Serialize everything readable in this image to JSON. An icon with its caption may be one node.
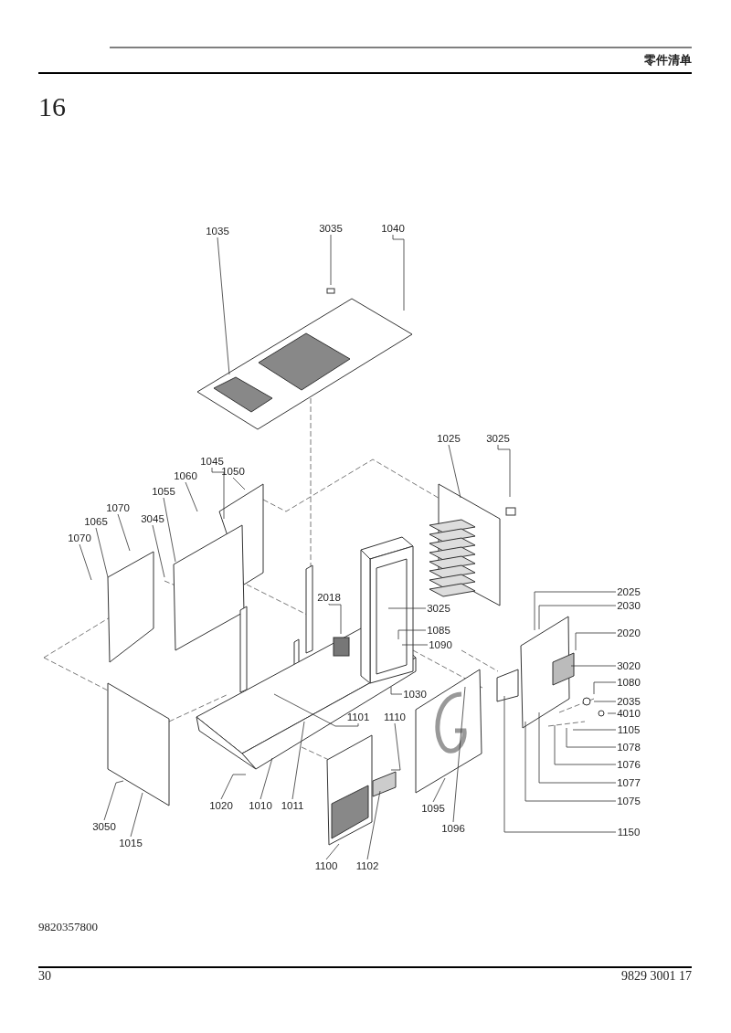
{
  "diagram": {
    "nodes": [
      {
        "text": [
          "1035"
        ]
      },
      {
        "text": [
          "3035"
        ]
      },
      {
        "text": [
          "1040"
        ]
      },
      {
        "text": [
          "1050"
        ]
      },
      {
        "text": [
          "1045"
        ]
      },
      {
        "text": [
          "1060"
        ]
      },
      {
        "text": [
          "1055"
        ]
      },
      {
        "text": [
          "1070"
        ]
      },
      {
        "text": [
          "1065"
        ]
      },
      {
        "text": [
          "3045"
        ]
      },
      {
        "text": [
          "1070"
        ]
      },
      {
        "text": [
          "2018"
        ]
      },
      {
        "text": [
          "3025"
        ]
      },
      {
        "text": [
          "1085"
        ]
      },
      {
        "text": [
          "1090"
        ]
      },
      {
        "text": [
          "1030"
        ]
      },
      {
        "text": [
          "1101"
        ]
      },
      {
        "text": [
          "1110"
        ]
      },
      {
        "text": [
          "1020"
        ]
      },
      {
        "text": [
          "1010"
        ]
      },
      {
        "text": [
          "1011"
        ]
      },
      {
        "text": [
          "3050"
        ]
      },
      {
        "text": [
          "1015"
        ]
      },
      {
        "text": [
          "1100"
        ]
      },
      {
        "text": [
          "1102"
        ]
      },
      {
        "text": [
          "1095"
        ]
      },
      {
        "text": [
          "1096"
        ]
      },
      {
        "text": [
          "1025"
        ]
      },
      {
        "text": [
          "3025"
        ]
      },
      {
        "text": [
          "2025"
        ]
      },
      {
        "text": [
          "2030"
        ]
      },
      {
        "text": [
          "2020"
        ]
      },
      {
        "text": [
          "3020"
        ]
      },
      {
        "text": [
          "1080"
        ]
      },
      {
        "text": [
          "2035"
        ]
      },
      {
        "text": [
          "4010"
        ]
      },
      {
        "text": [
          "1105"
        ]
      },
      {
        "text": [
          "1078"
        ]
      },
      {
        "text": [
          "1076"
        ]
      },
      {
        "text": [
          "1077"
        ]
      },
      {
        "text": [
          "1075"
        ]
      },
      {
        "text": [
          "1150"
        ]
      }
    ],
    "edges": [
      {
        "from": 0,
        "to": null,
        "arrow": "none"
      },
      {
        "from": 1,
        "to": null,
        "arrow": "none"
      },
      {
        "from": 2,
        "to": null,
        "arrow": "none"
      },
      {
        "from": 3,
        "to": null,
        "arrow": "none"
      },
      {
        "from": 4,
        "to": null,
        "arrow": "none"
      },
      {
        "from": 5,
        "to": null,
        "arrow": "none"
      },
      {
        "from": 6,
        "to": null,
        "arrow": "none"
      },
      {
        "from": 7,
        "to": null,
        "arrow": "none"
      },
      {
        "from": 8,
        "to": null,
        "arrow": "none"
      },
      {
        "from": 9,
        "to": null,
        "arrow": "none"
      },
      {
        "from": 10,
        "to": null,
        "arrow": "none"
      },
      {
        "from": 11,
        "to": null,
        "arrow": "none"
      },
      {
        "from": 12,
        "to": null,
        "arrow": "none"
      },
      {
        "from": 13,
        "to": null,
        "arrow": "none"
      },
      {
        "from": 14,
        "to": null,
        "arrow": "none"
      },
      {
        "from": 15,
        "to": null,
        "arrow": "none"
      },
      {
        "from": 16,
        "to": null,
        "arrow": "none"
      },
      {
        "from": 17,
        "to": null,
        "arrow": "none"
      },
      {
        "from": 18,
        "to": null,
        "arrow": "none"
      },
      {
        "from": 19,
        "to": null,
        "arrow": "none"
      },
      {
        "from": 20,
        "to": null,
        "arrow": "none"
      },
      {
        "from": 21,
        "to": null,
        "arrow": "none"
      },
      {
        "from": 22,
        "to": null,
        "arrow": "none"
      },
      {
        "from": 23,
        "to": null,
        "arrow": "none"
      },
      {
        "from": 24,
        "to": null,
        "arrow": "none"
      },
      {
        "from": 25,
        "to": null,
        "arrow": "none"
      },
      {
        "from": 26,
        "to": null,
        "arrow": "none"
      },
      {
        "from": 27,
        "to": null,
        "arrow": "none"
      },
      {
        "from": 28,
        "to": null,
        "arrow": "none"
      },
      {
        "from": 29,
        "to": null,
        "arrow": "none"
      },
      {
        "from": 30,
        "to": null,
        "arrow": "none"
      },
      {
        "from": 31,
        "to": null,
        "arrow": "none"
      },
      {
        "from": 32,
        "to": null,
        "arrow": "none"
      },
      {
        "from": 33,
        "to": null,
        "arrow": "none"
      },
      {
        "from": 34,
        "to": null,
        "arrow": "none"
      },
      {
        "from": 35,
        "to": null,
        "arrow": "none"
      },
      {
        "from": 36,
        "to": null,
        "arrow": "none"
      },
      {
        "from": 37,
        "to": null,
        "arrow": "none"
      },
      {
        "from": 38,
        "to": null,
        "arrow": "none"
      },
      {
        "from": 39,
        "to": null,
        "arrow": "none"
      },
      {
        "from": 40,
        "to": null,
        "arrow": "none"
      },
      {
        "from": 41,
        "to": null,
        "arrow": "none"
      }
    ],
    "labels": [
      "零件清单",
      "16",
      "9820357800",
      "30",
      "9829 3001 17"
    ]
  }
}
